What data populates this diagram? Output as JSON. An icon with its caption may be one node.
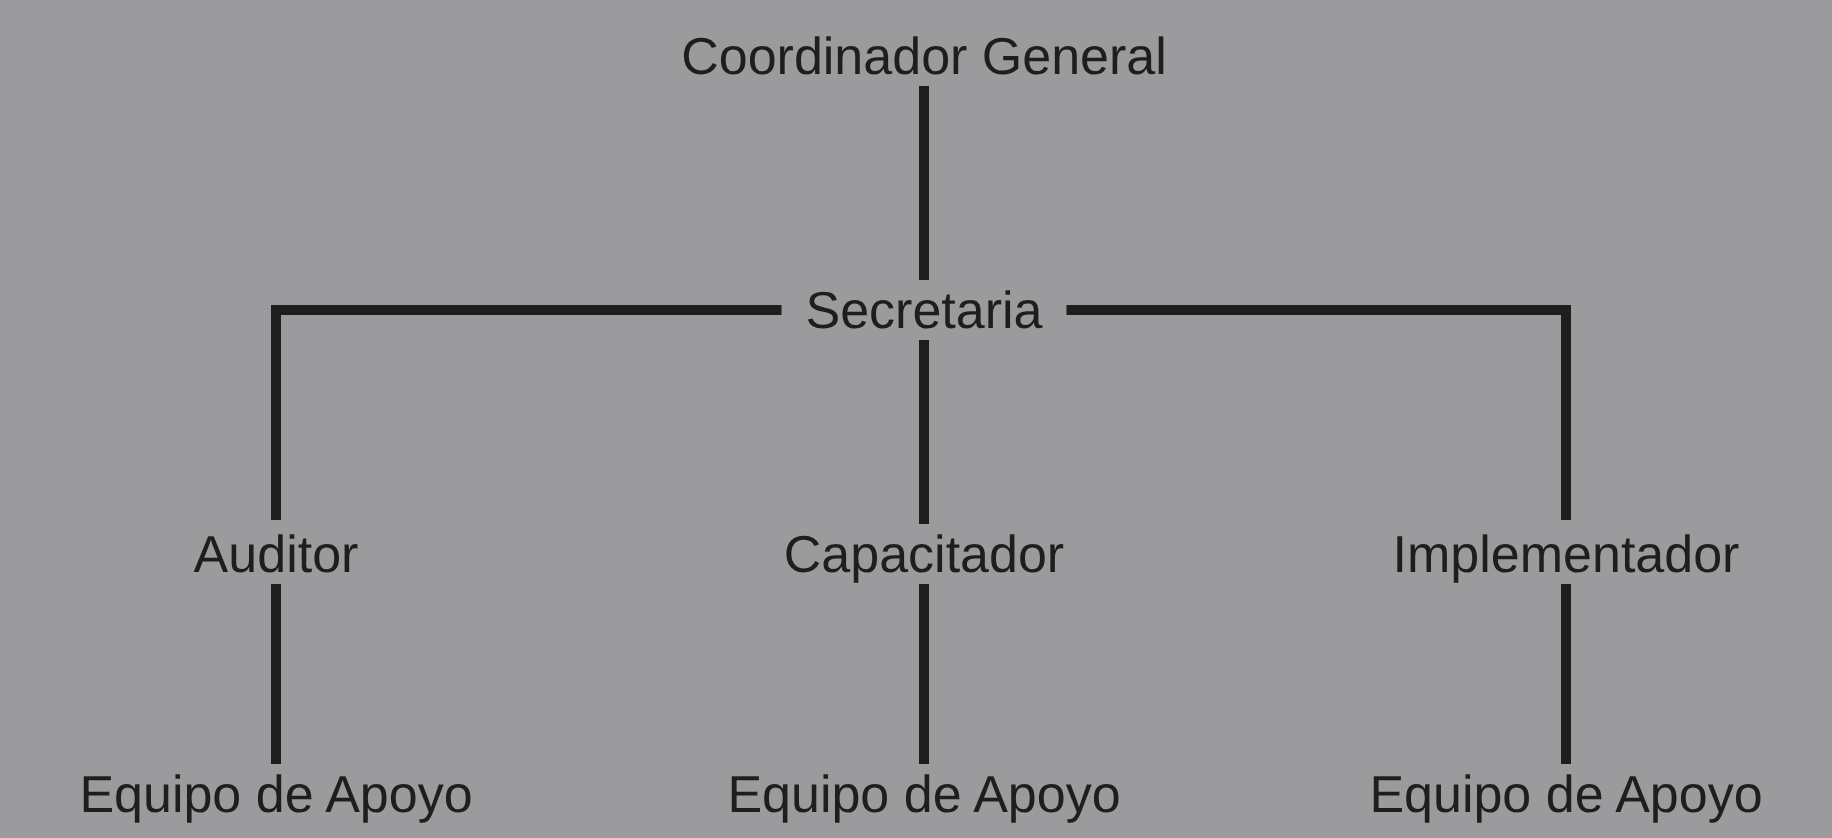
{
  "diagram": {
    "nodes": [
      {
        "text": [
          "Coordinador General"
        ]
      },
      {
        "text": [
          "Secretaria"
        ]
      },
      {
        "text": [
          "Auditor"
        ]
      },
      {
        "text": [
          "Capacitador"
        ]
      },
      {
        "text": [
          "Implementador"
        ]
      },
      {
        "text": [
          "Equipo de Apoyo"
        ]
      },
      {
        "text": [
          "Equipo de Apoyo"
        ]
      },
      {
        "text": [
          "Equipo de Apoyo"
        ]
      }
    ],
    "edges": [
      {
        "from": 0,
        "to": 1,
        "arrow": "none"
      },
      {
        "from": 1,
        "to": 2,
        "arrow": "none"
      },
      {
        "from": 1,
        "to": 3,
        "arrow": "none"
      },
      {
        "from": 1,
        "to": 4,
        "arrow": "none"
      },
      {
        "from": 2,
        "to": 5,
        "arrow": "none"
      },
      {
        "from": 3,
        "to": 6,
        "arrow": "none"
      },
      {
        "from": 4,
        "to": 7,
        "arrow": "none"
      }
    ]
  }
}
